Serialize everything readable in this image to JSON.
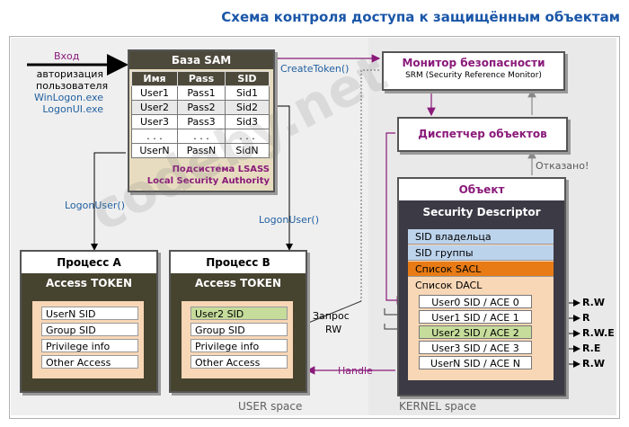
{
  "title": "Схема контроля доступа к защищённым объектам",
  "labels": {
    "login_entry": "Вход",
    "login_desc": [
      "авторизация",
      "пользователя",
      "WinLogon.exe",
      "LogonUI.exe"
    ],
    "create_token": "CreateToken()",
    "logon_user_a": "LogonUser()",
    "logon_user_b": "LogonUser()",
    "request": "Запрос",
    "request_rw": "RW",
    "handle": "Handle",
    "denied": "Отказано!",
    "user_space": "USER space",
    "kernel_space": "KERNEL space"
  },
  "sam": {
    "header": "База SAM",
    "columns": [
      "Имя",
      "Pass",
      "SID"
    ],
    "rows": [
      [
        "User1",
        "Pass1",
        "Sid1"
      ],
      [
        "User2",
        "Pass2",
        "Sid2"
      ],
      [
        "User3",
        "Pass3",
        "Sid3"
      ],
      [
        ". . .",
        ". . .",
        ". . ."
      ],
      [
        "UserN",
        "PassN",
        "SidN"
      ]
    ],
    "subsystem": [
      "Подсистема LSASS",
      "Local Security Authority"
    ]
  },
  "process_a": {
    "title": "Процесс A",
    "token_title": "Access TOKEN",
    "items": [
      "UserN SID",
      "Group SID",
      "Privilege info",
      "Other Access"
    ]
  },
  "process_b": {
    "title": "Процесс B",
    "token_title": "Access TOKEN",
    "items": [
      "User2 SID",
      "Group SID",
      "Privilege info",
      "Other Access"
    ]
  },
  "monitor": {
    "title": "Монитор безопасности",
    "subtitle": "SRM (Security Reference Monitor)"
  },
  "dispatcher": {
    "title": "Диспетчер объектов"
  },
  "object": {
    "title": "Объект",
    "descriptor": "Security Descriptor",
    "fields": [
      "SID владельца",
      "SID группы",
      "Список SACL",
      "Список DACL"
    ],
    "aces": [
      {
        "label": "User0 SID / ACE 0",
        "rights": "R.W"
      },
      {
        "label": "User1 SID / ACE 1",
        "rights": "R"
      },
      {
        "label": "User2 SID / ACE 2",
        "rights": "R.W.E"
      },
      {
        "label": "User3 SID / ACE 3",
        "rights": "R.E"
      },
      {
        "label": "UserN SID / ACE N",
        "rights": "R.W"
      }
    ]
  },
  "colors": {
    "title": "#1a56a8",
    "purple": "#8a1a7a",
    "sid_fill": "#bcd3ec",
    "sacl_fill": "#e87b15",
    "highlight_green": "#c5dc9b",
    "token_bg": "#f8d7b6",
    "panel_dark": "#46432f"
  },
  "watermark": "codeby.net"
}
